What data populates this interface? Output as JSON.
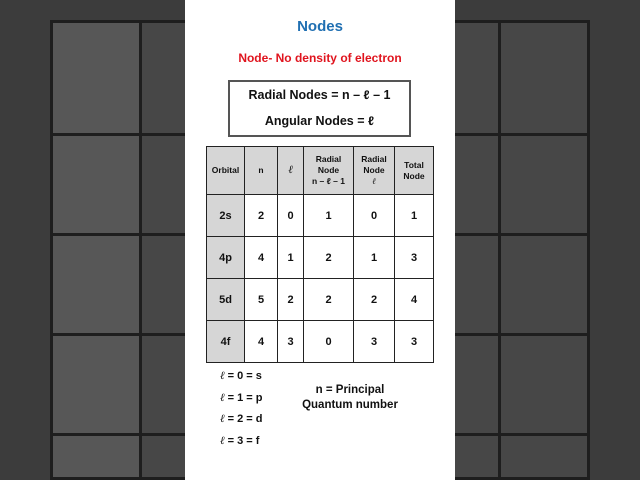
{
  "title": "Nodes",
  "subtitle": "Node- No density of electron",
  "formulas": {
    "radial": "Radial Nodes = n – ℓ – 1",
    "angular": "Angular Nodes = ℓ"
  },
  "table": {
    "headers": {
      "orbital": "Orbital",
      "n": "n",
      "l": "ℓ",
      "radial_title": "Radial Node",
      "radial_formula": "n – ℓ – 1",
      "radial2_title": "Radial Node",
      "radial2_formula": "ℓ",
      "total": "Total Node"
    },
    "rows": [
      {
        "orbital": "2s",
        "n": "2",
        "l": "0",
        "radial": "1",
        "angular": "0",
        "total": "1"
      },
      {
        "orbital": "4p",
        "n": "4",
        "l": "1",
        "radial": "2",
        "angular": "1",
        "total": "3"
      },
      {
        "orbital": "5d",
        "n": "5",
        "l": "2",
        "radial": "2",
        "angular": "2",
        "total": "4"
      },
      {
        "orbital": "4f",
        "n": "4",
        "l": "3",
        "radial": "0",
        "angular": "3",
        "total": "3"
      }
    ]
  },
  "legend": [
    {
      "sym": "ℓ",
      "text": " = 0 = s"
    },
    {
      "sym": "ℓ",
      "text": " = 1 = p"
    },
    {
      "sym": "ℓ",
      "text": " = 2 = d"
    },
    {
      "sym": "ℓ",
      "text": " = 3 = f"
    }
  ],
  "n_note": {
    "line1": "n = Principal",
    "line2": "Quantum number"
  }
}
